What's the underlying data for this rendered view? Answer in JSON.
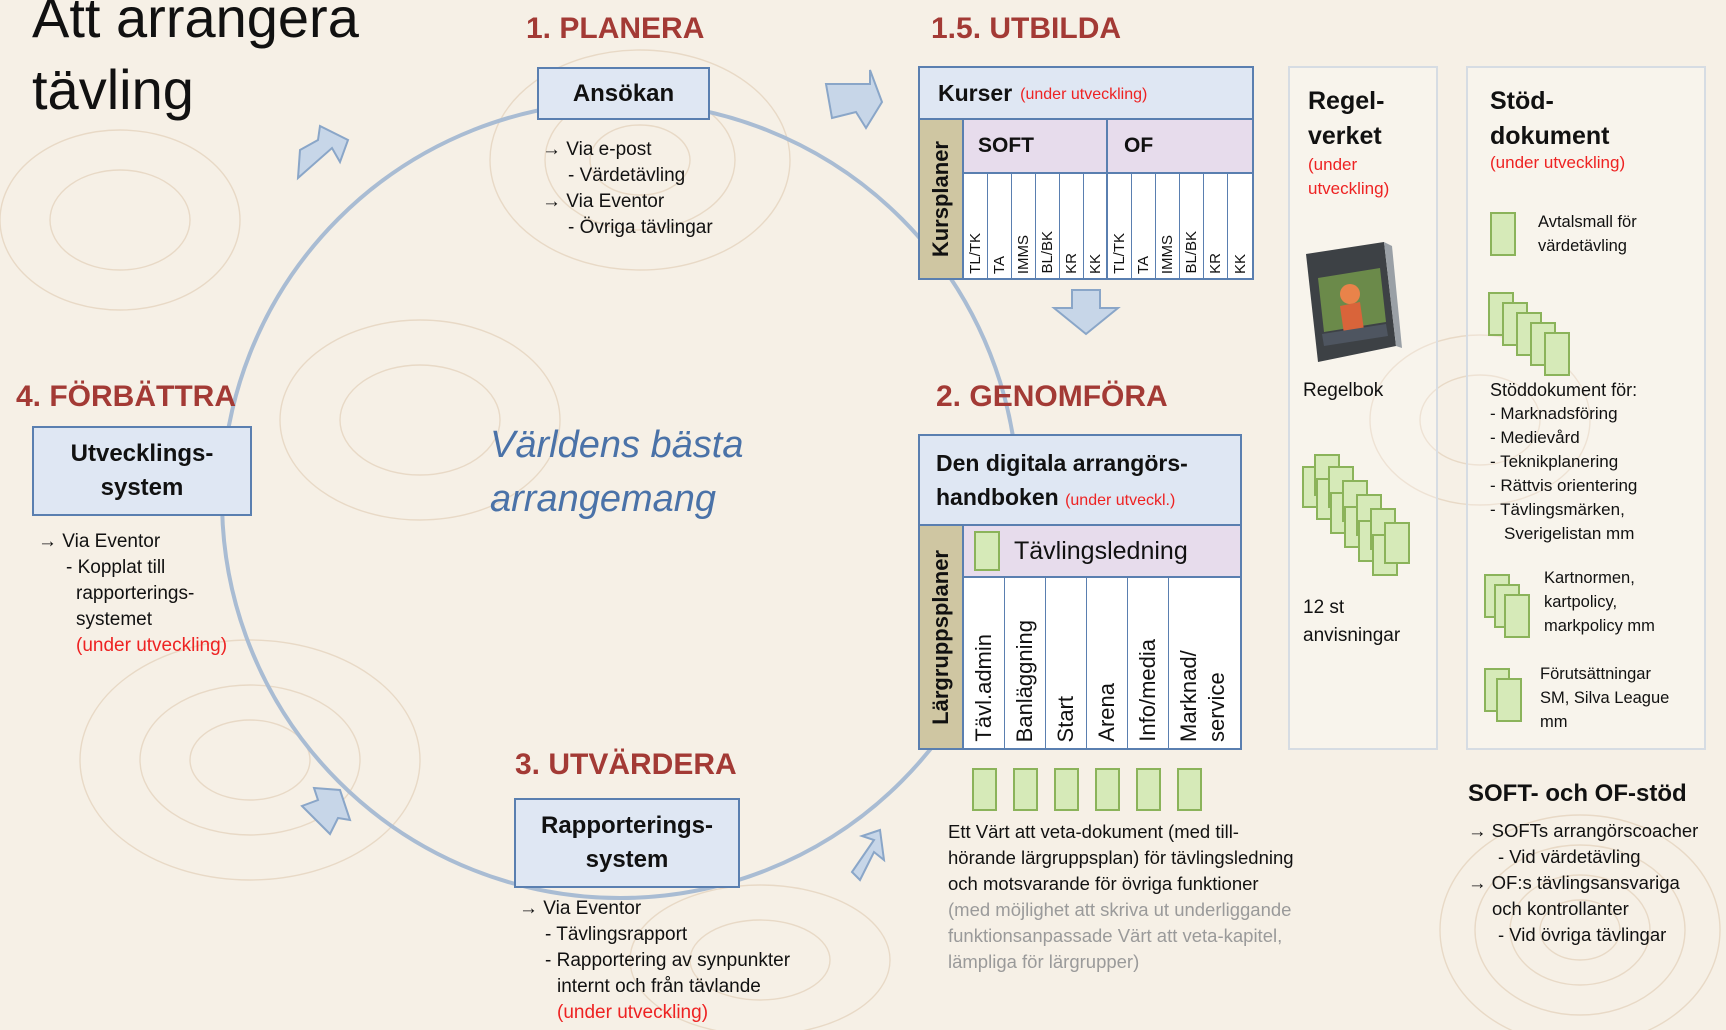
{
  "title": {
    "line1": "Att arrangera",
    "line2": "tävling"
  },
  "center_text": {
    "line1": "Världens bästa",
    "line2": "arrangemang"
  },
  "phases": {
    "planera": "1. PLANERA",
    "utbilda": "1.5. UTBILDA",
    "genomfora": "2. GENOMFÖRA",
    "utvardera": "3. UTVÄRDERA",
    "forbattra": "4. FÖRBÄTTRA"
  },
  "ansokan": {
    "box": "Ansökan",
    "lines": [
      "→ Via e-post",
      "- Värdetävling",
      "→ Via Eventor",
      "- Övriga tävlingar"
    ]
  },
  "kurser": {
    "title": "Kurser",
    "note": "(under utveckling)",
    "side_label": "Kursplaner",
    "groups": [
      "SOFT",
      "OF"
    ],
    "soft_cols": [
      "TL/TK",
      "TA",
      "IMMS",
      "BL/BK",
      "KR",
      "KK"
    ],
    "of_cols": [
      "TL/TK",
      "TA",
      "IMMS",
      "BL/BK",
      "KR",
      "KK"
    ]
  },
  "handbok": {
    "title_line1": "Den digitala arrangörs-",
    "title_line2": "handboken",
    "note": "(under utveckl.)",
    "side_label": "Lärgruppsplaner",
    "top_item": "Tävlingsledning",
    "cols": [
      "Tävl.admin",
      "Banläggning",
      "Start",
      "Arena",
      "Info/media",
      "Marknad/ service"
    ],
    "desc": [
      "Ett Värt att veta-dokument (med till-",
      "hörande lärgruppsplan) för tävlingsledning",
      "och motsvarande för övriga funktioner"
    ],
    "desc_grey": [
      "(med möjlighet att skriva ut underliggande",
      "funktionsanpassade Värt att veta-kapitel,",
      "lämpliga för lärgrupper)"
    ]
  },
  "utvardera": {
    "box_line1": "Rapporterings-",
    "box_line2": "system",
    "lines": [
      "→ Via Eventor",
      "- Tävlingsrapport",
      "- Rapportering av synpunkter",
      "internt och från tävlande"
    ],
    "note": "(under utveckling)"
  },
  "forbattra": {
    "box_line1": "Utvecklings-",
    "box_line2": "system",
    "lines": [
      "→ Via Eventor",
      "- Kopplat till",
      "rapporterings-",
      "systemet"
    ],
    "note": "(under utveckling)"
  },
  "regelverket": {
    "title_line1": "Regel-",
    "title_line2": "verket",
    "note_line1": "(under",
    "note_line2": "utveckling)",
    "book_label": "Regelbok",
    "docs_line1": "12 st",
    "docs_line2": "anvisningar"
  },
  "stod": {
    "title_line1": "Stöd-",
    "title_line2": "dokument",
    "note": "(under utveckling)",
    "avtal_line1": "Avtalsmall för",
    "avtal_line2": "värdetävling",
    "stod_heading": "Stöddokument för:",
    "stod_items": [
      "- Marknadsföring",
      "- Medievård",
      "- Teknikplanering",
      "- Rättvis orientering",
      "- Tävlingsmärken,",
      "Sverigelistan mm"
    ],
    "kart_lines": [
      "Kartnormen,",
      "kartpolicy,",
      "markpolicy mm"
    ],
    "forut_lines": [
      "Förutsättningar",
      "SM, Silva League",
      "mm"
    ]
  },
  "soft_of": {
    "title": "SOFT- och OF-stöd",
    "lines": [
      "→ SOFTs arrangörscoacher",
      "- Vid värdetävling",
      "→ OF:s tävlingsansvariga",
      "och kontrollanter",
      "- Vid övriga tävlingar"
    ]
  },
  "colors": {
    "phase": "#a33a35",
    "box_fill": "#dfe7f3",
    "box_border": "#5a7fb0",
    "accent_text": "#4a72a8",
    "note_red": "#e22222",
    "green_doc": "#d6eab8"
  }
}
